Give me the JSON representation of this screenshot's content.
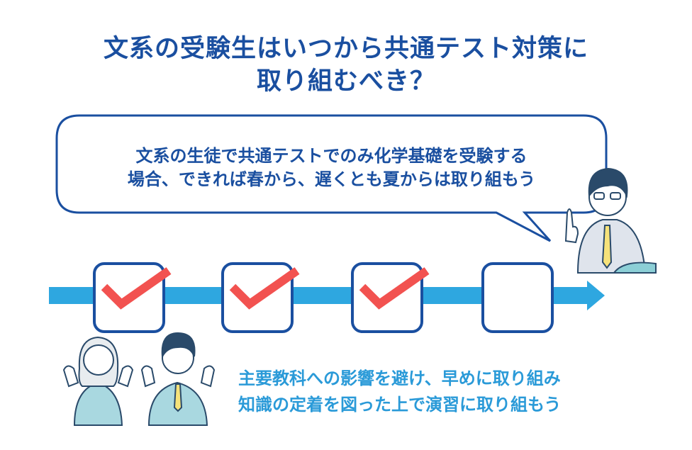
{
  "title": {
    "line1": "文系の受験生はいつから共通テスト対策に",
    "line2": "取り組むべき？"
  },
  "bubble": {
    "line1": "文系の生徒で共通テストでのみ化学基礎を受験する",
    "line2": "場合、できれば春から、遅くとも夏からは取り組もう"
  },
  "advice": {
    "line1": "主要教科への影響を避け、早めに取り組み",
    "line2": "知識の定着を図った上で演習に取り組もう"
  },
  "checklist": {
    "steps": [
      {
        "checked": true
      },
      {
        "checked": true
      },
      {
        "checked": true
      },
      {
        "checked": false
      }
    ]
  },
  "colors": {
    "navy": "#1a4fa0",
    "arrow": "#2ea7e0",
    "check": "#f25250",
    "advice": "#2a9ad8"
  }
}
